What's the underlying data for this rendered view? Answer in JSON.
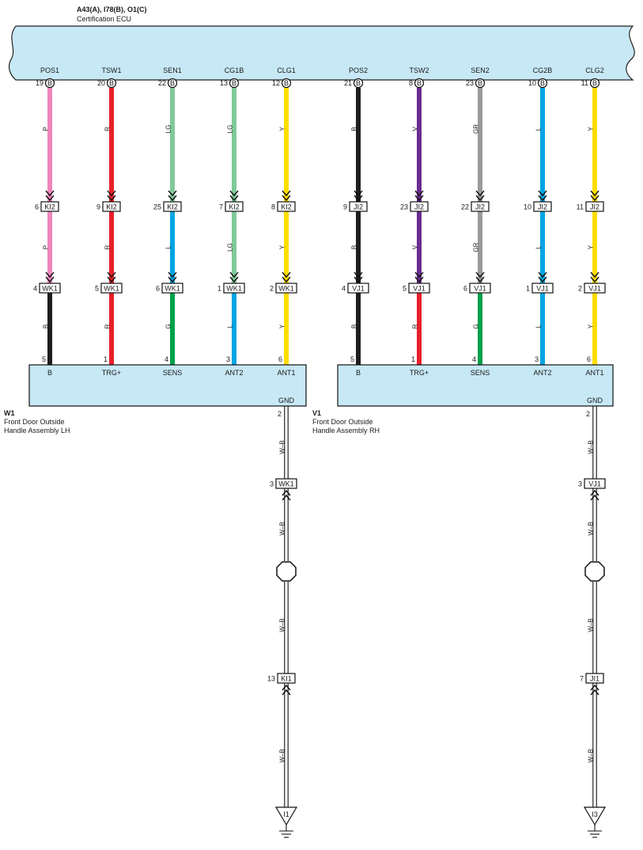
{
  "ecu": {
    "connectors_label": "A43(A), I78(B), O1(C)",
    "name": "Certification ECU",
    "pin_letter": "B",
    "fill_color": "#c7e8f5"
  },
  "wire_colors": {
    "P": "#ee86bd",
    "R": "#e8202a",
    "LG": "#80c99a",
    "Y": "#ffdd00",
    "B": "#1e1e1e",
    "V": "#6a2c91",
    "GR": "#9a9a9a",
    "L": "#00a5e3",
    "G": "#00a14b"
  },
  "groups": [
    {
      "device_code": "W1",
      "device_name_line1": "Front Door Outside",
      "device_name_line2": "Handle Assembly LH",
      "gnd_label": "GND",
      "gnd_pin": "2",
      "gnd_chain": [
        {
          "wire": "W–B"
        },
        {
          "conn_pin": "3",
          "conn": "WK1"
        },
        {
          "wire": "W–B"
        },
        {
          "splice": true
        },
        {
          "wire": "W–B"
        },
        {
          "conn_pin": "13",
          "conn": "KI1"
        },
        {
          "wire": "W–B"
        }
      ],
      "ground_label": "I1",
      "circuits": [
        {
          "ecu_term": "POS1",
          "ecu_pin": "19",
          "w1": "P",
          "c1_pin": "6",
          "c1": "KI2",
          "w2": "P",
          "c2_pin": "4",
          "c2": "WK1",
          "w3": "B",
          "dev_pin": "5",
          "dev_term": "B"
        },
        {
          "ecu_term": "TSW1",
          "ecu_pin": "20",
          "w1": "R",
          "c1_pin": "9",
          "c1": "KI2",
          "w2": "R",
          "c2_pin": "5",
          "c2": "WK1",
          "w3": "R",
          "dev_pin": "1",
          "dev_term": "TRG+"
        },
        {
          "ecu_term": "SEN1",
          "ecu_pin": "22",
          "w1": "LG",
          "c1_pin": "25",
          "c1": "KI2",
          "w2": "L",
          "c2_pin": "6",
          "c2": "WK1",
          "w3": "G",
          "dev_pin": "4",
          "dev_term": "SENS"
        },
        {
          "ecu_term": "CG1B",
          "ecu_pin": "13",
          "w1": "LG",
          "c1_pin": "7",
          "c1": "KI2",
          "w2": "LG",
          "c2_pin": "1",
          "c2": "WK1",
          "w3": "L",
          "dev_pin": "3",
          "dev_term": "ANT2"
        },
        {
          "ecu_term": "CLG1",
          "ecu_pin": "12",
          "w1": "Y",
          "c1_pin": "8",
          "c1": "KI2",
          "w2": "Y",
          "c2_pin": "2",
          "c2": "WK1",
          "w3": "Y",
          "dev_pin": "6",
          "dev_term": "ANT1"
        }
      ]
    },
    {
      "device_code": "V1",
      "device_name_line1": "Front Door Outside",
      "device_name_line2": "Handle Assembly RH",
      "gnd_label": "GND",
      "gnd_pin": "2",
      "gnd_chain": [
        {
          "wire": "W–B"
        },
        {
          "conn_pin": "3",
          "conn": "VJ1"
        },
        {
          "wire": "W–B"
        },
        {
          "splice": true
        },
        {
          "wire": "W–B"
        },
        {
          "conn_pin": "7",
          "conn": "JI1"
        },
        {
          "wire": "W–B"
        }
      ],
      "ground_label": "I3",
      "circuits": [
        {
          "ecu_term": "POS2",
          "ecu_pin": "21",
          "w1": "B",
          "c1_pin": "9",
          "c1": "JI2",
          "w2": "B",
          "c2_pin": "4",
          "c2": "VJ1",
          "w3": "B",
          "dev_pin": "5",
          "dev_term": "B"
        },
        {
          "ecu_term": "TSW2",
          "ecu_pin": "8",
          "w1": "V",
          "c1_pin": "23",
          "c1": "JI2",
          "w2": "V",
          "c2_pin": "5",
          "c2": "VJ1",
          "w3": "R",
          "dev_pin": "1",
          "dev_term": "TRG+"
        },
        {
          "ecu_term": "SEN2",
          "ecu_pin": "23",
          "w1": "GR",
          "c1_pin": "22",
          "c1": "JI2",
          "w2": "GR",
          "c2_pin": "6",
          "c2": "VJ1",
          "w3": "G",
          "dev_pin": "4",
          "dev_term": "SENS"
        },
        {
          "ecu_term": "CG2B",
          "ecu_pin": "10",
          "w1": "L",
          "c1_pin": "10",
          "c1": "JI2",
          "w2": "L",
          "c2_pin": "1",
          "c2": "VJ1",
          "w3": "L",
          "dev_pin": "3",
          "dev_term": "ANT2"
        },
        {
          "ecu_term": "CLG2",
          "ecu_pin": "11",
          "w1": "Y",
          "c1_pin": "11",
          "c1": "JI2",
          "w2": "Y",
          "c2_pin": "2",
          "c2": "VJ1",
          "w3": "Y",
          "dev_pin": "6",
          "dev_term": "ANT1"
        }
      ]
    }
  ]
}
